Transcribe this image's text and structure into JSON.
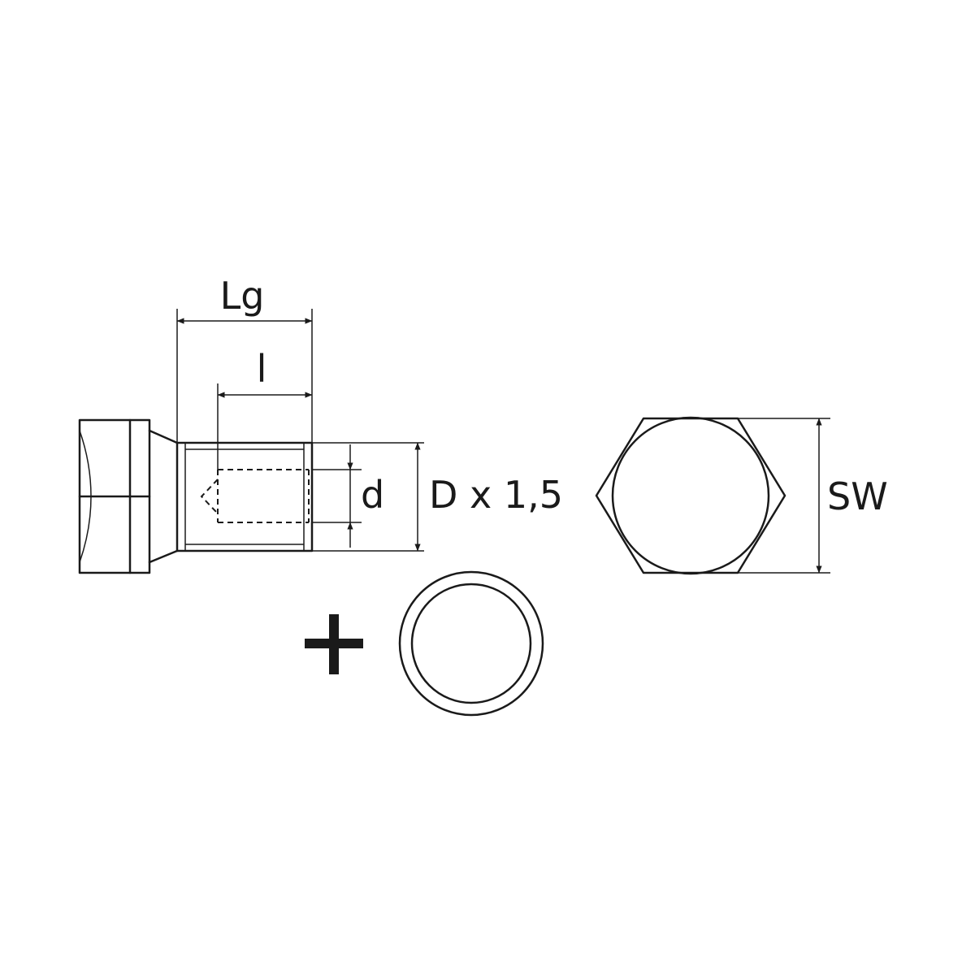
{
  "labels": {
    "lg": "Lg",
    "l": "l",
    "d": "d",
    "thread": "D x 1,5",
    "sw": "SW"
  },
  "colors": {
    "line": "#1a1a1a",
    "background": "#ffffff"
  }
}
